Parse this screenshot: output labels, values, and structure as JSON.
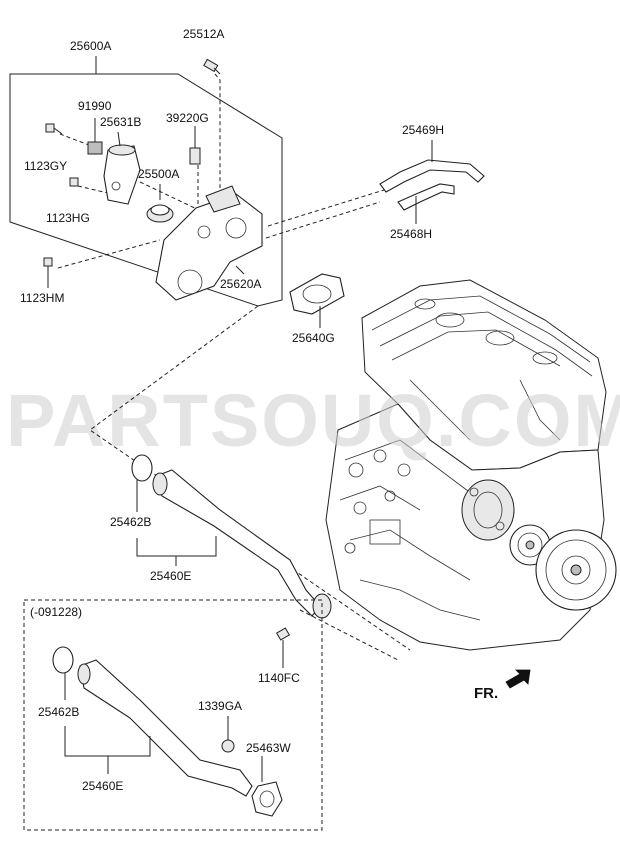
{
  "watermark": "PARTSOUQ.COM",
  "direction_label": "FR.",
  "variant_note": "(-091228)",
  "labels": {
    "p25600A": "25600A",
    "p25512A": "25512A",
    "p91990": "91990",
    "p25631B": "25631B",
    "p39220G": "39220G",
    "p1123GY": "1123GY",
    "p25500A": "25500A",
    "p1123HG": "1123HG",
    "p25469H": "25469H",
    "p25468H": "25468H",
    "p25620A": "25620A",
    "p1123HM": "1123HM",
    "p25640G": "25640G",
    "p25462B_upper": "25462B",
    "p25460E_upper": "25460E",
    "p1140FC": "1140FC",
    "p25462B_lower": "25462B",
    "p1339GA": "1339GA",
    "p25463W": "25463W",
    "p25460E_lower": "25460E"
  }
}
